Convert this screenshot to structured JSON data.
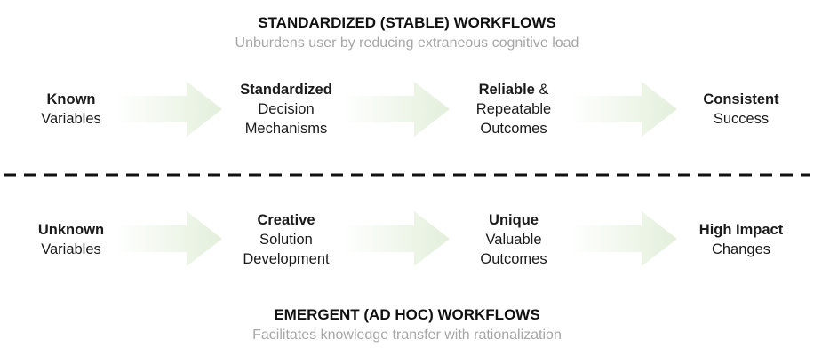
{
  "top": {
    "title": "STANDARDIZED (STABLE) WORKFLOWS",
    "subtitle": "Unburdens user by reducing extraneous cognitive load",
    "nodes": [
      {
        "bold": "Known",
        "rest_line1": "",
        "line2": "Variables",
        "line3": ""
      },
      {
        "bold": "Standardized",
        "rest_line1": "",
        "line2": "Decision",
        "line3": "Mechanisms"
      },
      {
        "bold": "Reliable",
        "rest_line1": " &",
        "line2": "Repeatable",
        "line3": "Outcomes"
      },
      {
        "bold": "Consistent",
        "rest_line1": "",
        "line2": "Success",
        "line3": ""
      }
    ]
  },
  "bottom": {
    "title": "EMERGENT (AD HOC) WORKFLOWS",
    "subtitle": "Facilitates knowledge transfer with rationalization",
    "nodes": [
      {
        "bold": "Unknown",
        "rest_line1": "",
        "line2": "Variables",
        "line3": ""
      },
      {
        "bold": "Creative",
        "rest_line1": "",
        "line2": "Solution",
        "line3": "Development"
      },
      {
        "bold": "Unique",
        "rest_line1": "",
        "line2": "Valuable",
        "line3": "Outcomes"
      },
      {
        "bold": "High Impact",
        "rest_line1": "",
        "line2": "Changes",
        "line3": ""
      }
    ]
  },
  "colors": {
    "arrow": "#e3efdb",
    "divider": "#111111",
    "subtitle": "#a6a6a6"
  },
  "icons": {
    "flow_arrow": "gradient-right-arrow-icon"
  }
}
